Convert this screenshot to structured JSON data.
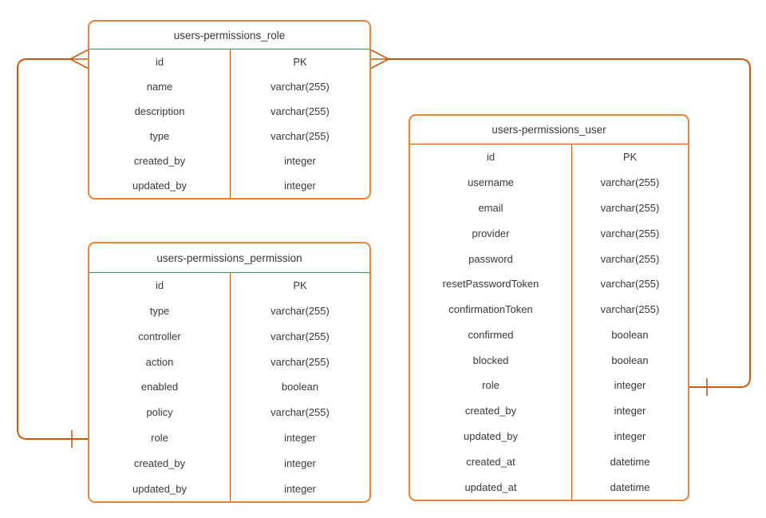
{
  "diagram": {
    "type": "entity-relationship-diagram",
    "colors": {
      "background": "#ffffff",
      "table_border": "#e8823b",
      "divider_line": "#c45a10",
      "connector_line": "#c75b16",
      "text": "#3a3a3a"
    },
    "tables": [
      {
        "title": "users-permissions_role",
        "columns": [
          {
            "name": "id",
            "type": "PK"
          },
          {
            "name": "name",
            "type": "varchar(255)"
          },
          {
            "name": "description",
            "type": "varchar(255)"
          },
          {
            "name": "type",
            "type": "varchar(255)"
          },
          {
            "name": "created_by",
            "type": "integer"
          },
          {
            "name": "updated_by",
            "type": "integer"
          }
        ]
      },
      {
        "title": "users-permissions_permission",
        "columns": [
          {
            "name": "id",
            "type": "PK"
          },
          {
            "name": "type",
            "type": "varchar(255)"
          },
          {
            "name": "controller",
            "type": "varchar(255)"
          },
          {
            "name": "action",
            "type": "varchar(255)"
          },
          {
            "name": "enabled",
            "type": "boolean"
          },
          {
            "name": "policy",
            "type": "varchar(255)"
          },
          {
            "name": "role",
            "type": "integer"
          },
          {
            "name": "created_by",
            "type": "integer"
          },
          {
            "name": "updated_by",
            "type": "integer"
          }
        ]
      },
      {
        "title": "users-permissions_user",
        "columns": [
          {
            "name": "id",
            "type": "PK"
          },
          {
            "name": "username",
            "type": "varchar(255)"
          },
          {
            "name": "email",
            "type": "varchar(255)"
          },
          {
            "name": "provider",
            "type": "varchar(255)"
          },
          {
            "name": "password",
            "type": "varchar(255)"
          },
          {
            "name": "resetPasswordToken",
            "type": "varchar(255)"
          },
          {
            "name": "confirmationToken",
            "type": "varchar(255)"
          },
          {
            "name": "confirmed",
            "type": "boolean"
          },
          {
            "name": "blocked",
            "type": "boolean"
          },
          {
            "name": "role",
            "type": "integer"
          },
          {
            "name": "created_by",
            "type": "integer"
          },
          {
            "name": "updated_by",
            "type": "integer"
          },
          {
            "name": "created_at",
            "type": "datetime"
          },
          {
            "name": "updated_at",
            "type": "datetime"
          }
        ]
      }
    ],
    "relationships": [
      {
        "from": "users-permissions_role.id",
        "to": "users-permissions_permission.role",
        "from_cardinality": "many",
        "to_cardinality": "one"
      },
      {
        "from": "users-permissions_role.id",
        "to": "users-permissions_user.role",
        "from_cardinality": "many",
        "to_cardinality": "one"
      }
    ]
  }
}
